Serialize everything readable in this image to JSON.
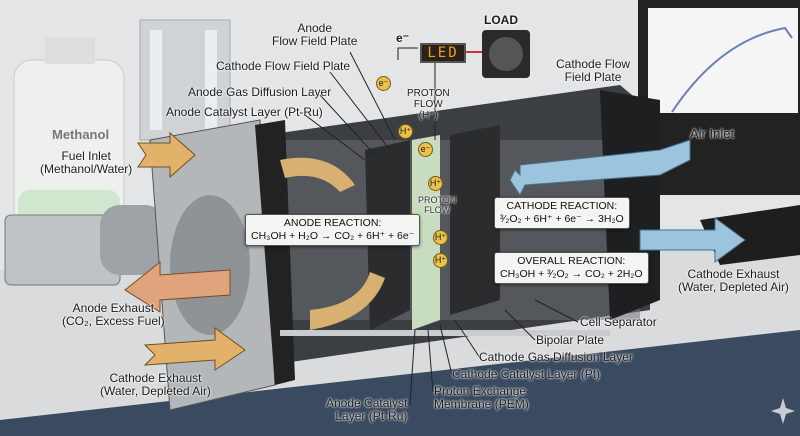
{
  "labels": {
    "anode_ffp_1": "Anode",
    "anode_ffp_2": "Flow Field Plate",
    "cathode_ffp_left": "Cathode Flow Field Plate",
    "anode_gdl": "Anode Gas Diffusion Layer",
    "anode_cl_top": "Anode Catalyst Layer (Pt-Ru)",
    "electron": "e⁻",
    "led": "LED",
    "load": "LOAD",
    "proton_flow_1": "PROTON",
    "proton_flow_2": "FLOW",
    "proton_flow_3": "(H⁺)",
    "cathode_ffp_right_1": "Cathode Flow",
    "cathode_ffp_right_2": "Field Plate",
    "methanol": "Methanol",
    "fuel_inlet_1": "Fuel Inlet",
    "fuel_inlet_2": "(Methanol/Water)",
    "air_inlet": "Air Inlet",
    "cathode_exhaust_right_1": "Cathode Exhaust",
    "cathode_exhaust_right_2": "(Water, Depleted Air)",
    "anode_exhaust_1": "Anode Exhaust",
    "anode_exhaust_2": "(CO₂, Excess Fuel)",
    "cathode_exhaust_left_1": "Cathode Exhaust",
    "cathode_exhaust_left_2": "(Water, Depleted Air)",
    "cell_separator": "Cell Separator",
    "bipolar_plate": "Bipolar Plate",
    "cathode_gdl": "Cathode Gas Diffusion Layer",
    "cathode_cl": "Cathode Catalyst Layer (Pt)",
    "pem_1": "Proton Exchange",
    "pem_2": "Membrane (PEM)",
    "anode_cl_bottom_1": "Anode Catalyst",
    "anode_cl_bottom_2": "Layer (Pt-Ru)",
    "inner_proton_1": "PROTON",
    "inner_proton_2": "FLOW",
    "h_plus": "H⁺",
    "e_minus": "e⁻"
  },
  "reactions": {
    "anode_title": "ANODE REACTION:",
    "anode_eq": "CH₃OH + H₂O → CO₂ + 6H⁺ + 6e⁻",
    "cathode_title": "CATHODE REACTION:",
    "cathode_eq": "³⁄₂O₂ + 6H⁺ + 6e⁻ → 3H₂O",
    "overall_title": "OVERALL REACTION:",
    "overall_eq": "CH₃OH + ³⁄₂O₂ → CO₂ + 2H₂O"
  },
  "colors": {
    "fuel_arrow": "#e3b26a",
    "air_arrow": "#9cc4de",
    "anode_exhaust_arrow": "#e0a47c",
    "proton": "#e9c24c",
    "led": "#f0a020"
  }
}
